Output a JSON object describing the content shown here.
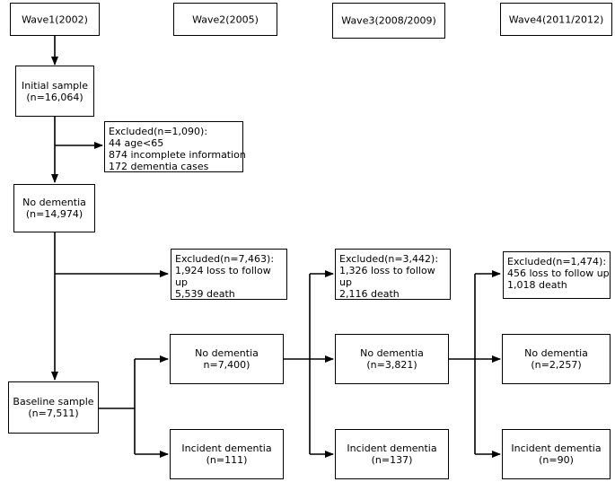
{
  "waves": [
    "Wave1(2002)",
    "Wave2(2005)",
    "Wave3(2008/2009)",
    "Wave4(2011/2012)"
  ],
  "boxes": {
    "initial_sample": {
      "lines": [
        "Initial sample",
        "(n=16,064)"
      ]
    },
    "excluded_1": {
      "lines": [
        "Excluded(n=1,090):",
        "44 age<65",
        "874 incomplete information",
        "172 dementia cases"
      ]
    },
    "no_dementia_1": {
      "lines": [
        "No dementia",
        "(n=14,974)"
      ]
    },
    "excluded_2": {
      "lines": [
        "Excluded(n=7,463):",
        "1,924 loss to follow",
        "up",
        "5,539 death"
      ]
    },
    "excluded_3": {
      "lines": [
        "Excluded(n=3,442):",
        "1,326 loss to follow",
        "up",
        "2,116 death"
      ]
    },
    "excluded_4": {
      "lines": [
        "Excluded(n=1,474):",
        "456 loss to follow up",
        "1,018 death"
      ]
    },
    "no_dementia_w2": {
      "lines": [
        "No dementia",
        "n=7,400)"
      ]
    },
    "no_dementia_w3": {
      "lines": [
        "No dementia",
        "(n=3,821)"
      ]
    },
    "no_dementia_w4": {
      "lines": [
        "No dementia",
        "(n=2,257)"
      ]
    },
    "baseline_sample": {
      "lines": [
        "Baseline sample",
        "(n=7,511)"
      ]
    },
    "incident_w2": {
      "lines": [
        "Incident dementia",
        "(n=111)"
      ]
    },
    "incident_w3": {
      "lines": [
        "Incident dementia",
        "(n=137)"
      ]
    },
    "incident_w4": {
      "lines": [
        "Incident dementia",
        "(n=90)"
      ]
    }
  }
}
